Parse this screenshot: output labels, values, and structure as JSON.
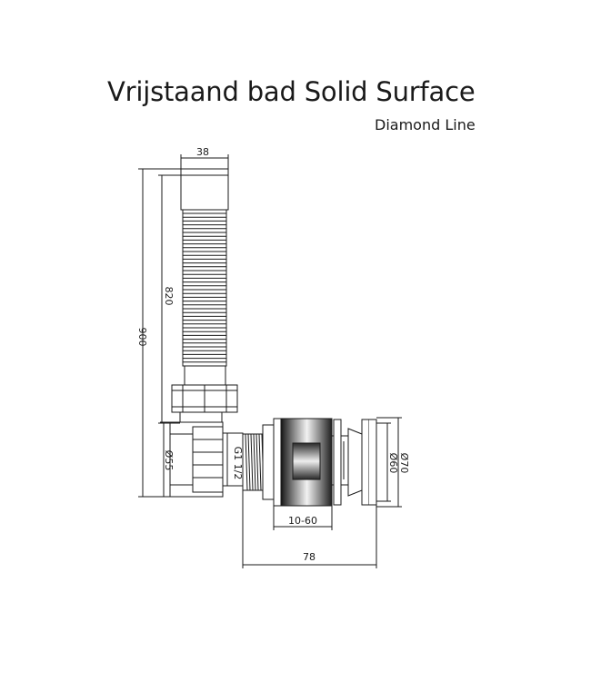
{
  "title": "Vrijstaand bad Solid Surface",
  "subtitle": "Diamond Line",
  "dimensions": {
    "hose_diameter": "38",
    "hose_length": "820",
    "total_height": "900",
    "trap_diameter": "Ø55",
    "thread": "G1 1/2",
    "adjust_range": "10-60",
    "total_width": "78",
    "plug_diameter": "Ø60",
    "flange_diameter": "Ø70"
  }
}
